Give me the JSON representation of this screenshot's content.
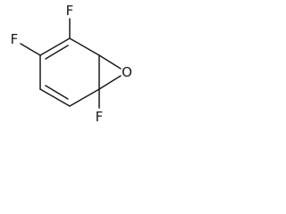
{
  "molecule": {
    "atoms": {
      "f_top": "F",
      "f_left": "F",
      "o_epoxide": "O",
      "f_bottom": "F"
    }
  }
}
